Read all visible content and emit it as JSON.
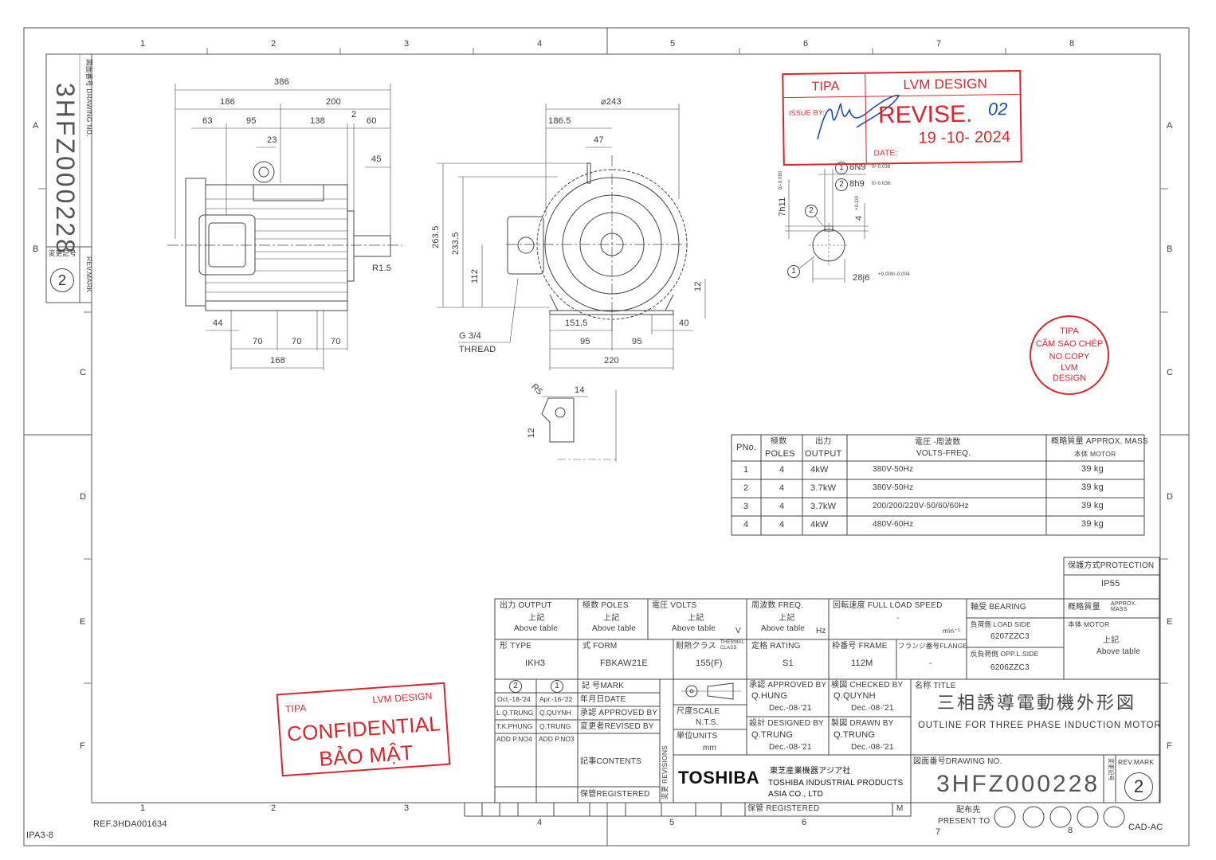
{
  "frame": {
    "columns": [
      "1",
      "2",
      "3",
      "4",
      "5",
      "6",
      "7",
      "8"
    ],
    "rows": [
      "A",
      "B",
      "C",
      "D",
      "E",
      "F"
    ],
    "bottom_left_code": "IPA3-8",
    "reference": "REF.3HDA001634",
    "cad_code": "CAD-AC"
  },
  "side_box": {
    "label": "図面番号 DRAWING NO.",
    "drawing_no": "3HFZ000228",
    "rev_label_jp": "変更記号",
    "rev_label": "REV.MARK",
    "rev": "2"
  },
  "side_view": {
    "d386": "386",
    "d186": "186",
    "d200": "200",
    "d63": "63",
    "d95": "95",
    "d138": "138",
    "d2": "2",
    "d60": "60",
    "d23": "23",
    "d45": "45",
    "r15": "R1.5",
    "d44": "44",
    "d70a": "70",
    "d70b": "70",
    "d70c": "70",
    "d168": "168"
  },
  "front_view": {
    "dia243": "⌀243",
    "d1865": "186.5",
    "d47": "47",
    "d2635": "263.5",
    "d2335": "233.5",
    "d112": "112",
    "d12": "12",
    "d1515": "151.5",
    "d40": "40",
    "d95a": "95",
    "d95b": "95",
    "d220": "220",
    "thread_g": "G   3/4",
    "thread": "THREAD"
  },
  "detail": {
    "r5": "R5",
    "d14": "14",
    "d12": "12"
  },
  "key_detail": {
    "n1": "1",
    "n2": "2",
    "key1": "8N9",
    "key1_tol": "0/-0.036",
    "key2": "8h9",
    "key2_tol": "0/-0.036",
    "h": "7h11",
    "h_tol": "0/-0.090",
    "depth": "4",
    "depth_tol": "+0.2/0",
    "shaft": "28j6",
    "shaft_tol": "+0.009/-0.004"
  },
  "revise_stamp": {
    "company": "TIPA",
    "designer": "LVM DESIGN",
    "issue_by": "ISSUE BY:",
    "status": "REVISE.",
    "rev_no": "02",
    "date": "19 -10- 2024",
    "date_label": "DATE:"
  },
  "copy_stamp": {
    "lines": [
      "TIPA",
      "CẤM SAO CHÉP",
      "NO COPY",
      "LVM",
      "DESIGN"
    ]
  },
  "confidential_stamp": {
    "company": "TIPA",
    "designer": "LVM DESIGN",
    "line1": "CONFIDENTIAL",
    "line2": "BẢO MẬT"
  },
  "parts_table": {
    "headers": {
      "pno": "PNo.",
      "poles_jp": "極数",
      "poles": "POLES",
      "output_jp": "出力",
      "output": "OUTPUT",
      "volts_jp": "電圧 -周波数",
      "volts": "VOLTS-FREQ.",
      "mass_jp": "概略質量 APPROX. MASS",
      "mass": "本体  MOTOR"
    },
    "rows": [
      {
        "pno": "1",
        "poles": "4",
        "output": "4kW",
        "volts": "380V-50Hz",
        "mass": "39 kg"
      },
      {
        "pno": "2",
        "poles": "4",
        "output": "3.7kW",
        "volts": "380V-50Hz",
        "mass": "39 kg"
      },
      {
        "pno": "3",
        "poles": "4",
        "output": "3.7kW",
        "volts": "200/200/220V-50/60/60Hz",
        "mass": "39 kg"
      },
      {
        "pno": "4",
        "poles": "4",
        "output": "4kW",
        "volts": "480V-60Hz",
        "mass": "39 kg"
      }
    ]
  },
  "protection": {
    "label": "保護方式PROTECTION",
    "value": "IP55"
  },
  "spec_block": {
    "output_label": "出力 OUTPUT",
    "poles_label": "極数 POLES",
    "volts_label": "電圧 VOLTS",
    "freq_label": "周波数 FREQ.",
    "speed_label": "回転速度  FULL LOAD SPEED",
    "bearing_label": "軸受       BEARING",
    "mass_label": "概略質量",
    "mass_label_en": "APPROX. MASS",
    "jouki": "上記",
    "above": "Above table",
    "volts_unit": "V",
    "hz_unit": "Hz",
    "speed_value": "-",
    "speed_unit": "min⁻¹",
    "load_side_label": "負荷側   LOAD SIDE",
    "load_side": "6207ZZC3",
    "opp_side_label": "反負荷側 OPP.L.SIDE",
    "opp_side": "6206ZZC3",
    "motor_label": "本体       MOTOR",
    "type_label": "形    TYPE",
    "type": "IKH3",
    "form_label": "式    FORM",
    "form": "FBKAW21E",
    "thermal_label": "耐熱クラス",
    "thermal_label_en": "THERMAL CLASS",
    "thermal": "155(F)",
    "rating_label": "定格    RATING",
    "rating": "S1",
    "frame_label": "枠番号 FRAME",
    "frame": "112M",
    "flange_label": "フランジ番号FLANGE",
    "flange": "-"
  },
  "revisions": {
    "marks": [
      "2",
      "1"
    ],
    "mark_label": "記  号MARK",
    "dates": [
      "Oct.-18-'24",
      "Apr.-16-'22"
    ],
    "date_label": "年月日DATE",
    "approved": [
      "L.Q.TRUNG",
      "Q.QUYNH"
    ],
    "approved_label": "承認 APPROVED BY",
    "revised": [
      "T.K.PHUNG",
      "Q.TRUNG"
    ],
    "revised_label": "変更者REVISED BY",
    "contents": [
      "ADD P.NO4",
      "ADD P.NO3"
    ],
    "contents_label": "記事CONTENTS",
    "registered_label": "保管REGISTERED",
    "revisions_label": "変更 REVISIONS"
  },
  "scale_block": {
    "scale_label": "尺度SCALE",
    "scale": "N.T.S.",
    "units_label": "単位UNITS",
    "units": "mm"
  },
  "signatures": {
    "approved_label": "承認 APPROVED BY",
    "approved": "Q.HUNG",
    "approved_date": "Dec.-08-'21",
    "checked_label": "検図 CHECKED BY",
    "checked": "Q.QUYNH",
    "checked_date": "Dec.-08-'21",
    "designed_label": "設計 DESIGNED BY",
    "designed": "Q.TRUNG",
    "designed_date": "Dec.-08-'21",
    "drawn_label": "製図 DRAWN BY",
    "drawn": "Q.TRUNG",
    "drawn_date": "Dec.-08-'21"
  },
  "title_block": {
    "title_label": "名称 TITLE",
    "title_jp": "三相誘導電動機外形図",
    "title_en": "OUTLINE FOR THREE PHASE INDUCTION MOTOR",
    "company_logo": "TOSHIBA",
    "company_jp": "東芝産業機器アジア社",
    "company_en1": "TOSHIBA INDUSTRIAL PRODUCTS",
    "company_en2": "ASIA CO., LTD",
    "drawing_no_label": "図面番号DRAWING NO.",
    "drawing_no": "3HFZ000228",
    "rev_code_label": "変更記号",
    "rev_mark_label": "REV.MARK",
    "rev_mark": "2",
    "registered_label": "保管 REGISTERED",
    "registered_code": "M",
    "present_to_jp": "配布先",
    "present_to": "PRESENT TO"
  },
  "colors": {
    "stamp_red": "#d7262e",
    "ink": "#333333",
    "signature_blue": "#1f4fa8"
  }
}
